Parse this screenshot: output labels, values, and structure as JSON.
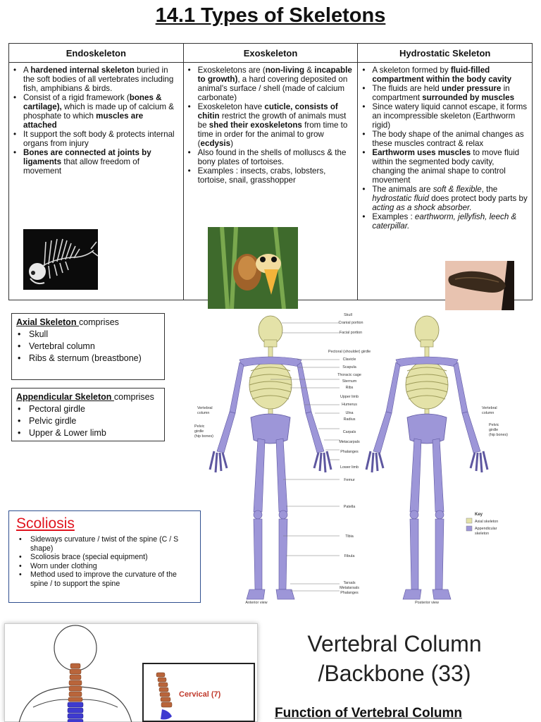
{
  "title": "14.1 Types of Skeletons",
  "table": {
    "headers": [
      "Endoskeleton",
      "Exoskeleton",
      "Hydrostatic Skeleton"
    ],
    "endo": [
      [
        "A ",
        {
          "b": "hardened internal skeleton"
        },
        " buried in the soft bodies of all vertebrates including   fish, amphibians & birds."
      ],
      [
        "Consist of a rigid framework (",
        {
          "b": "bones & cartilage),"
        },
        " which is made up of calcium & phosphate to which ",
        {
          "b": "muscles are attached"
        }
      ],
      [
        "It support the soft body & protects internal organs from injury"
      ],
      [
        {
          "b": "Bones are connected at joints by ligaments"
        },
        " that allow freedom of movement"
      ]
    ],
    "exo": [
      [
        "Exoskeletons are (",
        {
          "b": "non-living"
        },
        " & ",
        {
          "b": "incapable to growth)"
        },
        ", a hard covering deposited on animal's surface / shell (made of calcium carbonate)"
      ],
      [
        "Exoskeleton have ",
        {
          "b": "cuticle, consists of chitin"
        },
        " restrict the growth of animals must be ",
        {
          "b": "shed their exoskeletons"
        },
        " from time to time in order for the animal to grow (",
        {
          "b": "ecdysis"
        },
        ")"
      ],
      [
        "Also found in the shells of molluscs & the bony plates of tortoises."
      ],
      [
        "Examples : insects, crabs, lobsters, tortoise, snail, grasshopper"
      ]
    ],
    "hydro": [
      [
        "A skeleton formed by ",
        {
          "b": "fluid-filled compartment within the body cavity"
        }
      ],
      [
        "The fluids are held ",
        {
          "b": "under pressure"
        },
        " in compartment ",
        {
          "b": "surrounded by muscles"
        }
      ],
      [
        "Since watery liquid cannot escape, it forms an incompressible skeleton (Earthworm rigid)"
      ],
      [
        "The body shape of the animal changes as these muscles contract & relax"
      ],
      [
        {
          "b": "Earthworm uses muscles"
        },
        " to move fluid within the segmented body cavity, changing the animal shape to control movement"
      ],
      [
        "The animals are ",
        {
          "i": "soft & flexible"
        },
        ", the ",
        {
          "i": "hydrostatic fluid"
        },
        " does protect body parts by ",
        {
          "i": "acting as a shock absorber."
        }
      ],
      [
        "Examples : ",
        {
          "i": "earthworm, jellyfish, leech & caterpillar."
        }
      ]
    ]
  },
  "axial": {
    "heading": "Axial Skeleton ",
    "suffix": " comprises",
    "items": [
      "Skull",
      "Vertebral column",
      "Ribs & sternum (breastbone)"
    ]
  },
  "appendicular": {
    "heading": "Appendicular Skeleton ",
    "suffix": " comprises",
    "items": [
      "Pectoral girdle",
      "Pelvic girdle",
      "Upper & Lower limb"
    ]
  },
  "scoliosis": {
    "title": "Scoliosis",
    "items": [
      "Sideways curvature / twist of the spine (C / S shape)",
      "Scoliosis brace (special equipment)",
      "Worn under clothing",
      "Method used to improve the curvature of the spine / to support the spine"
    ]
  },
  "figure": {
    "labels": {
      "skull": "Skull",
      "cranial": "Cranial portion",
      "facial": "Facial portion",
      "pectoral": "Pectoral (shoulder) girdle",
      "clavicle": "Clavicle",
      "scapula": "Scapula",
      "thoracic": "Thoracic cage",
      "sternum": "Sternum",
      "ribs": "Ribs",
      "upper": "Upper limb",
      "humerus": "Humerus",
      "ulna": "Ulna",
      "radius": "Radius",
      "carpals": "Carpals",
      "metacarpals": "Metacarpals",
      "phalanges": "Phalanges",
      "lower": "Lower limb",
      "femur": "Femur",
      "patella": "Patella",
      "tibia": "Tibia",
      "fibula": "Fibula",
      "tarsals": "Tarsals",
      "metatarsals": "Metatarsals",
      "phalanges2": "Phalanges",
      "vertebral_l1": "Vertebral",
      "vertebral_l2": "column",
      "pelvic_l1": "Pelvic",
      "pelvic_l2": "girdle",
      "pelvic_l3": "(hip bones)",
      "anterior": "Anterior view",
      "posterior": "Posterior view",
      "key": "Key",
      "key_axial": "Axial skeleton",
      "key_app1": "Appendicular",
      "key_app2": "skeleton"
    },
    "colors": {
      "axial": "#e4e2a8",
      "appendicular": "#9d96d8"
    }
  },
  "vertebral": {
    "title_line1": "Vertebral Column",
    "title_line2": "/Backbone (33)",
    "function_heading": "Function of Vertebral Column",
    "cervical": "Cervical (7)"
  }
}
